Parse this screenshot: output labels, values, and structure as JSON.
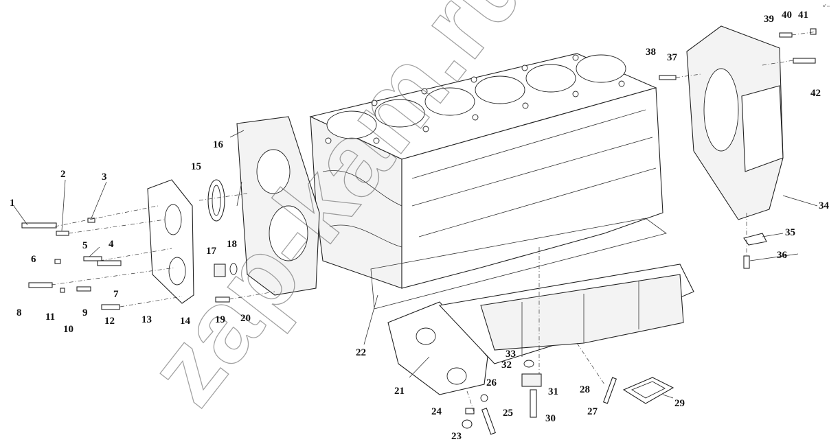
{
  "watermark": "zap-kam.ru",
  "corner_mark": "a⁰ ₙₙ",
  "callouts": [
    "1",
    "2",
    "3",
    "4",
    "5",
    "6",
    "7",
    "8",
    "9",
    "10",
    "11",
    "12",
    "13",
    "14",
    "15",
    "16",
    "17",
    "18",
    "19",
    "20",
    "21",
    "22",
    "23",
    "24",
    "25",
    "26",
    "27",
    "28",
    "29",
    "30",
    "31",
    "32",
    "33",
    "34",
    "35",
    "36",
    "37",
    "38",
    "39",
    "40",
    "41",
    "42"
  ]
}
